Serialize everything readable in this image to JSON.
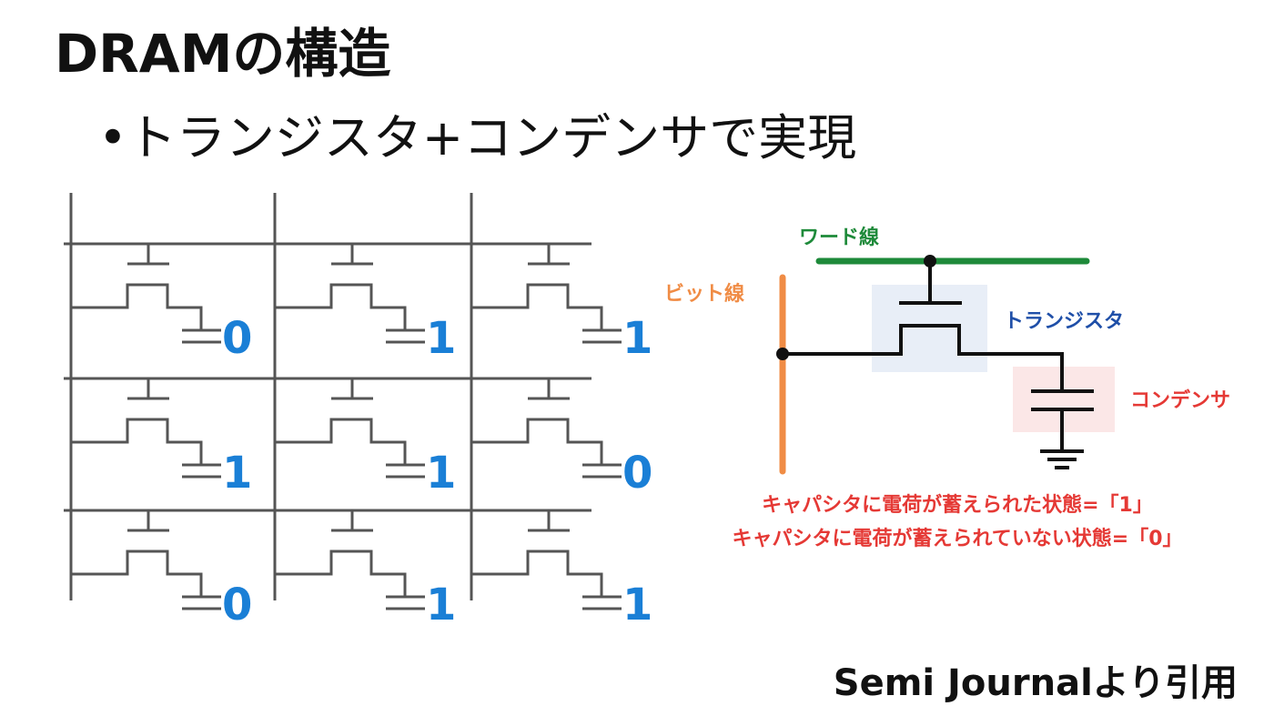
{
  "title": "DRAMの構造",
  "subtitle": "•トランジスタ+コンデンサで実現",
  "credit": "Semi Journalより引用",
  "colors": {
    "wire": "#555555",
    "bit_value": "#1a7fd6",
    "word_line": "#1e8a3a",
    "bit_line": "#f08c45",
    "transistor_label": "#1f4fa8",
    "capacitor_label": "#e53935",
    "transistor_box": "#e8eef7",
    "capacitor_box": "#fbe7e7",
    "note": "#e53935"
  },
  "array": {
    "rows": [
      [
        "0",
        "1",
        "1"
      ],
      [
        "1",
        "1",
        "0"
      ],
      [
        "0",
        "1",
        "1"
      ]
    ]
  },
  "cell": {
    "word_line_label": "ワード線",
    "bit_line_label": "ビット線",
    "transistor_label": "トランジスタ",
    "capacitor_label": "コンデンサ"
  },
  "notes": [
    "キャパシタに電荷が蓄えられた状態=「1」",
    "キャパシタに電荷が蓄えられていない状態=「0」"
  ]
}
